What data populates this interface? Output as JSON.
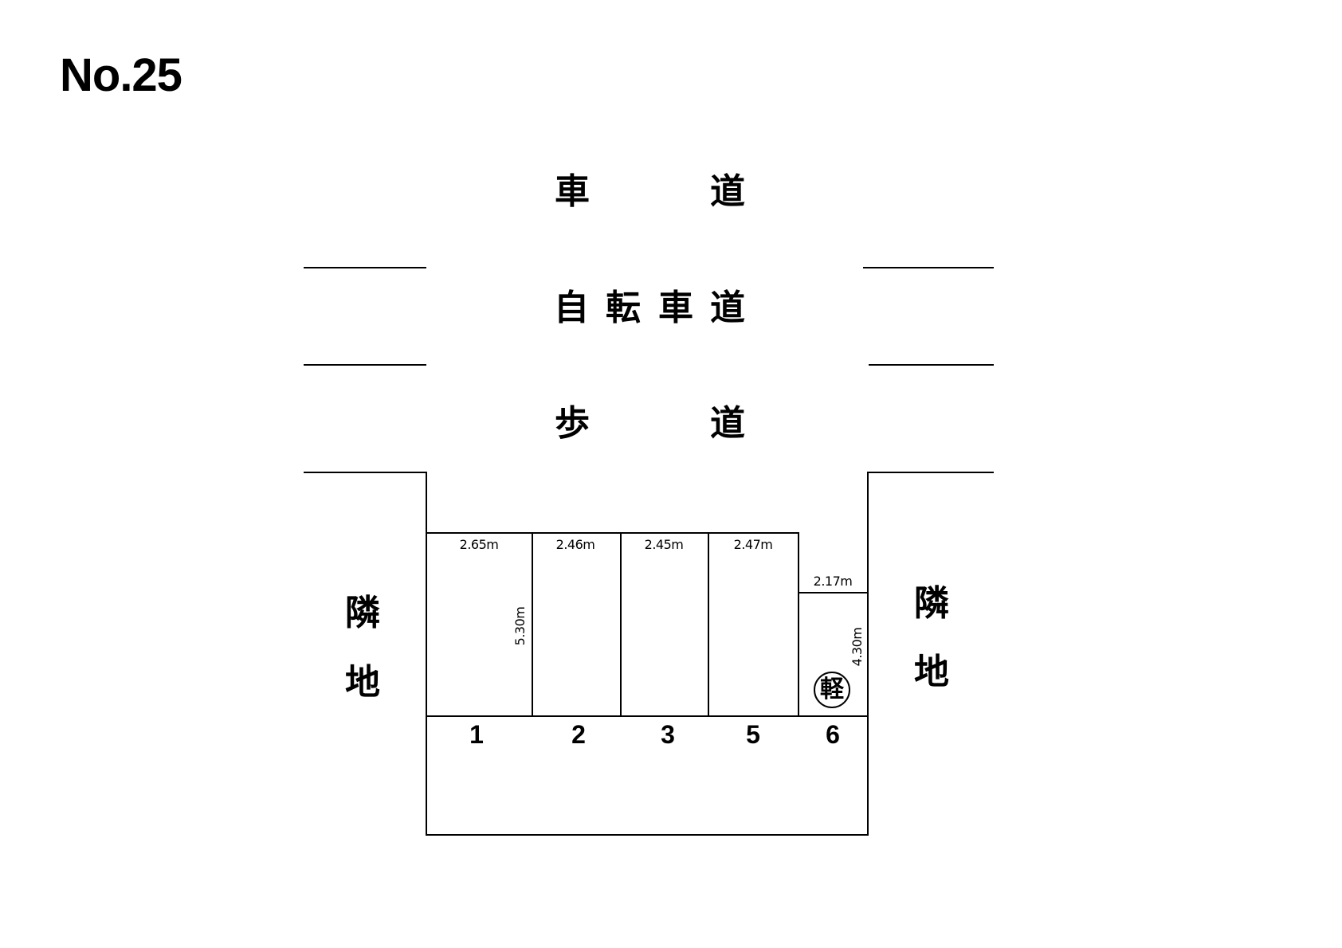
{
  "title": "No.25",
  "road": {
    "roadway": [
      "車",
      "道"
    ],
    "bike_lane": [
      "自",
      "転",
      "車",
      "道"
    ],
    "sidewalk": [
      "歩",
      "道"
    ]
  },
  "neighbors": {
    "left": [
      "隣",
      "地"
    ],
    "right": [
      "隣",
      "地"
    ]
  },
  "stalls": [
    {
      "number": "1",
      "width": "2.65m",
      "depth": "5.30m"
    },
    {
      "number": "2",
      "width": "2.46m"
    },
    {
      "number": "3",
      "width": "2.45m"
    },
    {
      "number": "5",
      "width": "2.47m"
    },
    {
      "number": "6",
      "width": "2.17m",
      "depth": "4.30m",
      "badge": "軽"
    }
  ]
}
